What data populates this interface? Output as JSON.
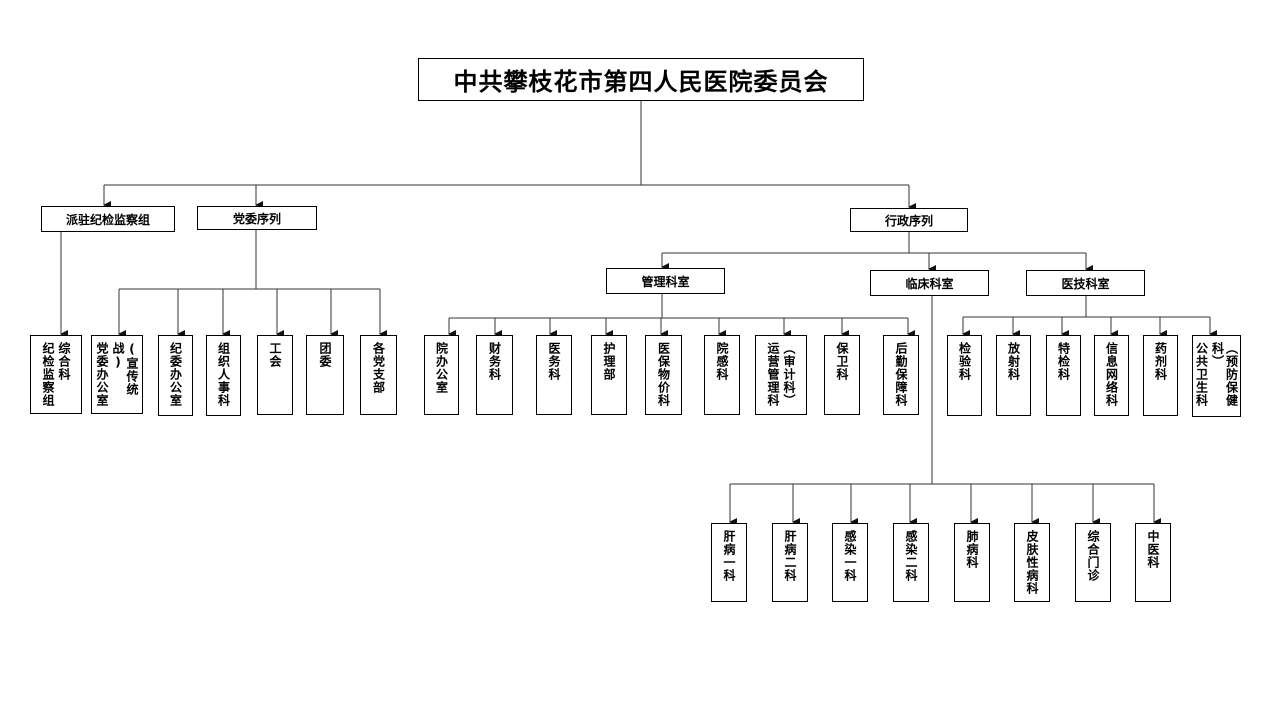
{
  "root": "中共攀枝花市第四人民医院委员会",
  "branches": {
    "discipline": {
      "label": "派驻纪检监察组",
      "children": [
        {
          "lines": [
            "综合科",
            "纪检监察组"
          ]
        }
      ]
    },
    "party": {
      "label": "党委序列",
      "children": [
        {
          "lines": [
            "(宣传统战)",
            "党委办公室"
          ]
        },
        {
          "lines": [
            "纪委办公室"
          ]
        },
        {
          "lines": [
            "组织人事科"
          ]
        },
        {
          "lines": [
            "工会"
          ]
        },
        {
          "lines": [
            "团委"
          ]
        },
        {
          "lines": [
            "各党支部"
          ]
        }
      ]
    },
    "admin": {
      "label": "行政序列",
      "management": {
        "label": "管理科室",
        "children": [
          {
            "lines": [
              "院办公室"
            ]
          },
          {
            "lines": [
              "财务科"
            ]
          },
          {
            "lines": [
              "医务科"
            ]
          },
          {
            "lines": [
              "护理部"
            ]
          },
          {
            "lines": [
              "医保物价科"
            ]
          },
          {
            "lines": [
              "院感科"
            ]
          },
          {
            "lines": [
              "（审计科）",
              "运营管理科"
            ]
          },
          {
            "lines": [
              "保卫科"
            ]
          },
          {
            "lines": [
              "后勤保障科"
            ]
          }
        ]
      },
      "clinical": {
        "label": "临床科室",
        "children": [
          {
            "lines": [
              "肝病一科"
            ]
          },
          {
            "lines": [
              "肝病二科"
            ]
          },
          {
            "lines": [
              "感染一科"
            ]
          },
          {
            "lines": [
              "感染二科"
            ]
          },
          {
            "lines": [
              "肺病科"
            ]
          },
          {
            "lines": [
              "皮肤性病科"
            ]
          },
          {
            "lines": [
              "综合门诊"
            ]
          },
          {
            "lines": [
              "中医科"
            ]
          }
        ]
      },
      "medtech": {
        "label": "医技科室",
        "children": [
          {
            "lines": [
              "检验科"
            ]
          },
          {
            "lines": [
              "放射科"
            ]
          },
          {
            "lines": [
              "特检科"
            ]
          },
          {
            "lines": [
              "信息网络科"
            ]
          },
          {
            "lines": [
              "药剂科"
            ]
          },
          {
            "lines": [
              "（预防保健科）",
              "公共卫生科"
            ]
          }
        ]
      }
    }
  },
  "colors": {
    "line": "#333333",
    "border": "#000000",
    "text": "#000000"
  }
}
